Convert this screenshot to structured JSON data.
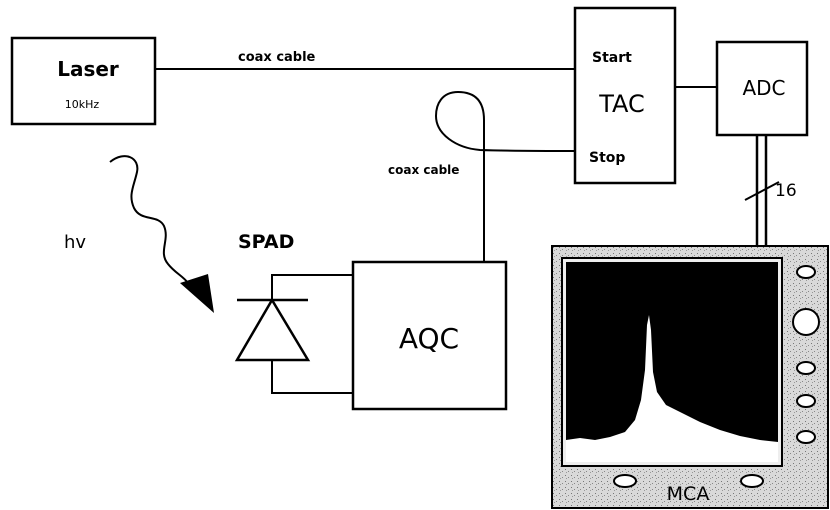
{
  "laser": {
    "title": "Laser",
    "rate": "10kHz"
  },
  "tac": {
    "label": "TAC",
    "start": "Start",
    "stop": "Stop"
  },
  "adc": {
    "label": "ADC"
  },
  "aqc": {
    "label": "AQC"
  },
  "spad": {
    "label": "SPAD"
  },
  "photon": {
    "label": "hv"
  },
  "cables": {
    "top": "coax cable",
    "middle": "coax cable"
  },
  "bus": {
    "width": "16"
  },
  "mca": {
    "label": "MCA"
  }
}
